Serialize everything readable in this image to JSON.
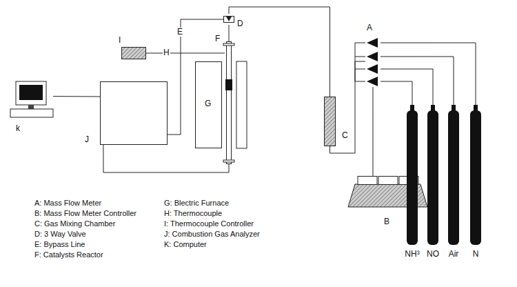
{
  "diagram": {
    "nodes": [
      {
        "text": [
          "k"
        ]
      },
      {
        "text": [
          "J"
        ]
      },
      {
        "text": [
          "I"
        ]
      },
      {
        "text": [
          "G"
        ]
      },
      {
        "text": [
          "F"
        ]
      },
      {
        "text": [
          "D"
        ]
      },
      {
        "text": [
          "C"
        ]
      },
      {
        "text": [
          "A"
        ]
      },
      {
        "text": [
          "B"
        ]
      },
      {
        "text": [
          "NH³"
        ]
      },
      {
        "text": [
          "NO"
        ]
      },
      {
        "text": [
          "Air"
        ]
      },
      {
        "text": [
          "N"
        ]
      }
    ],
    "edges": [
      {
        "from": 0,
        "to": 1,
        "arrow": "none"
      },
      {
        "from": 2,
        "to": 4,
        "label": "H",
        "arrow": "none"
      },
      {
        "from": 4,
        "to": 1,
        "arrow": "none"
      },
      {
        "from": 5,
        "to": 4,
        "arrow": "none"
      },
      {
        "from": 5,
        "to": 1,
        "label": "E",
        "arrow": "none"
      },
      {
        "from": 6,
        "to": 5,
        "arrow": "none"
      },
      {
        "from": 7,
        "to": 6,
        "arrow": "none"
      },
      {
        "from": 8,
        "to": 7,
        "arrow": "none"
      },
      {
        "from": 9,
        "to": 7,
        "arrow": "none"
      },
      {
        "from": 10,
        "to": 7,
        "arrow": "none"
      },
      {
        "from": 11,
        "to": 7,
        "arrow": "none"
      },
      {
        "from": 12,
        "to": 7,
        "arrow": "none"
      }
    ],
    "labels": [
      "A: Mass Flow Meter",
      "B: Mass Flow Meter Controller",
      "C: Gas Mixing Chamber",
      "D: 3 Way Valve",
      "E: Bypass Line",
      "F: Catalysts Reactor",
      "G: Blectric Furnace",
      "H: Thermocouple",
      "I: Thermocouple Controller",
      "J: Combustion Gas Analyzer",
      "K: Computer"
    ]
  }
}
